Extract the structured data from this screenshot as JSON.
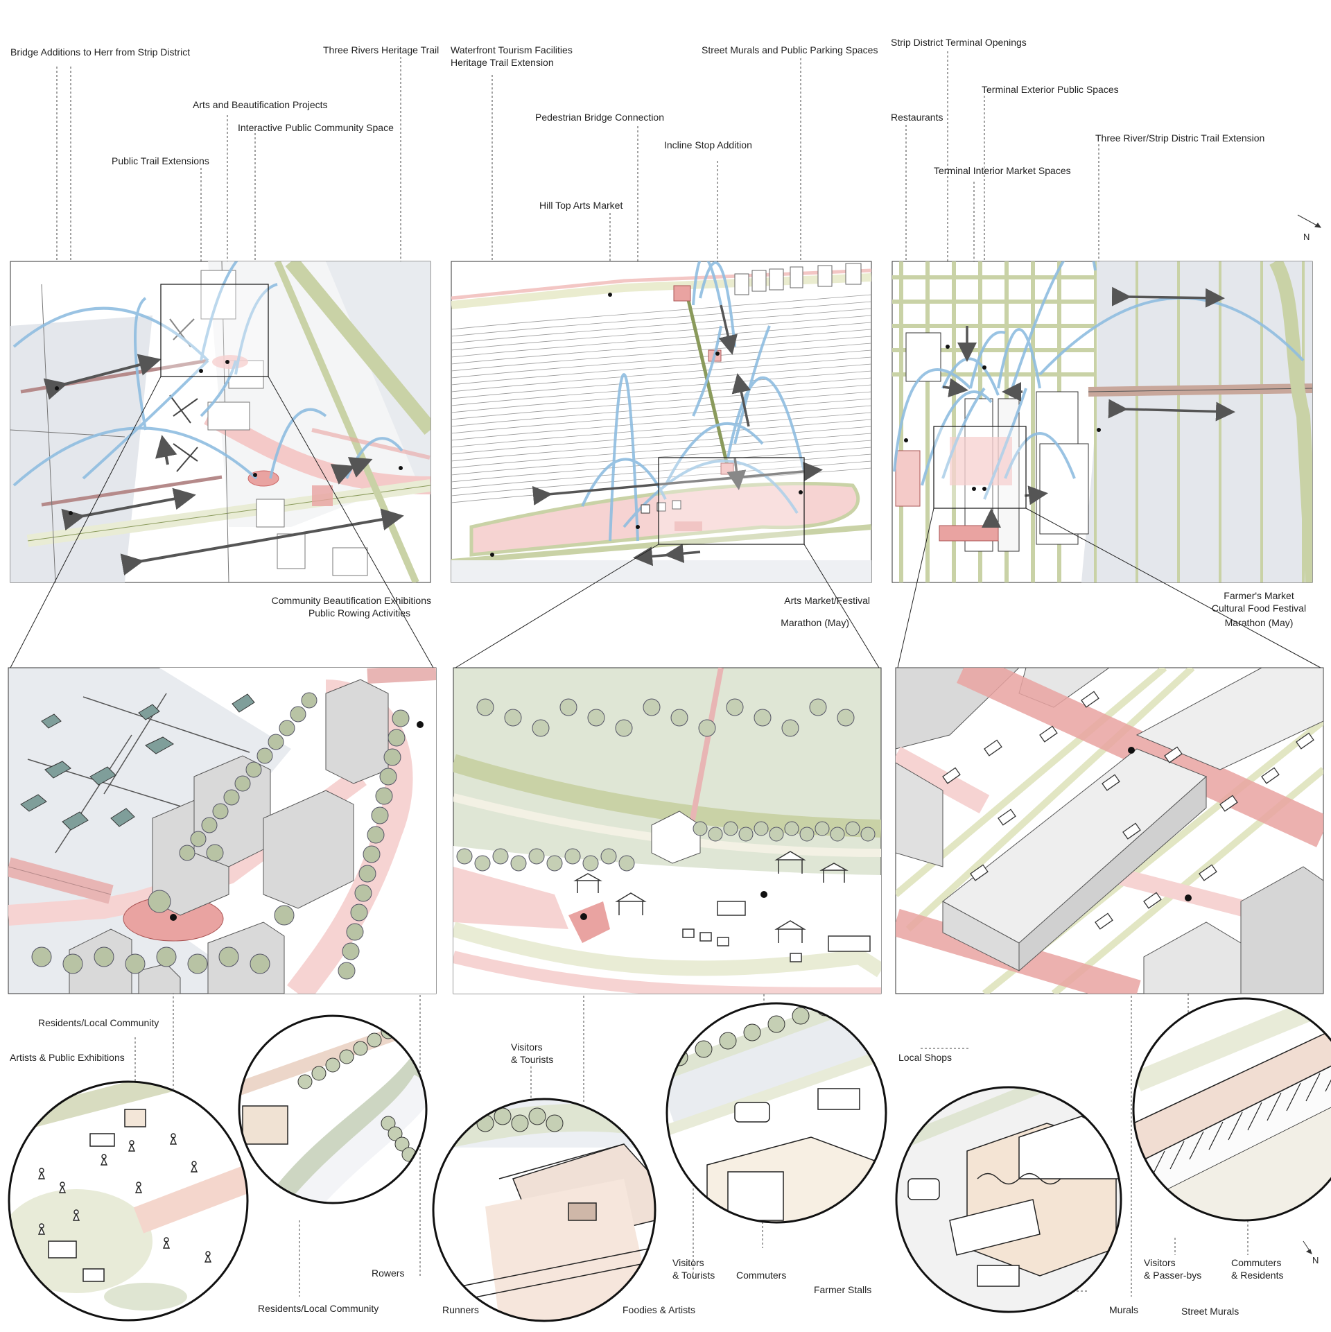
{
  "panels": {
    "left": {
      "top_labels": [
        "Bridge Additions to Herr from Strip District",
        "Three Rivers Heritage Trail",
        "Arts and Beautification Projects",
        "Interactive Public Community Space",
        "Public Trail Extensions"
      ],
      "event_label_line1": "Community Beautification Exhibitions",
      "event_label_line2": "Public Rowing Activities",
      "people": [
        "Residents/Local Community",
        "Artists & Public Exhibitions",
        "Rowers",
        "Residents/Local Community"
      ]
    },
    "middle": {
      "top_labels": [
        "Waterfront Tourism Facilities",
        "Heritage Trail Extension",
        "Street Murals and Public Parking Spaces",
        "Pedestrian Bridge Connection",
        "Incline Stop Addition",
        "Hill Top Arts Market"
      ],
      "event_label_line1": "Arts Market/Festival",
      "event_label_line2": "Marathon (May)",
      "people": [
        "Visitors",
        "& Tourists",
        "Visitors",
        "& Tourists",
        "Commuters",
        "Runners",
        "Foodies & Artists"
      ]
    },
    "right": {
      "top_labels": [
        "Strip District Terminal Openings",
        "Terminal Exterior Public Spaces",
        "Restaurants",
        "Three River/Strip Distric Trail Extension",
        "Terminal Interior Market Spaces"
      ],
      "event_label_line1": "Farmer's Market",
      "event_label_line2": "Cultural Food Festival",
      "event_label_line3": "Marathon (May)",
      "people": [
        "Local Shops",
        "Farmer Stalls",
        "Murals",
        "Visitors",
        "& Passer-bys",
        "Commuters",
        "& Residents",
        "Street Murals"
      ]
    }
  },
  "north_label": "N",
  "colors": {
    "flow_blue": "#8fbde0",
    "arrow_gray": "#555555",
    "plaza_red": "#e9a3a1",
    "trail_green": "#c9d2a6",
    "tree_green": "#b8c3a4",
    "water_gray": "#e4e7ec"
  }
}
